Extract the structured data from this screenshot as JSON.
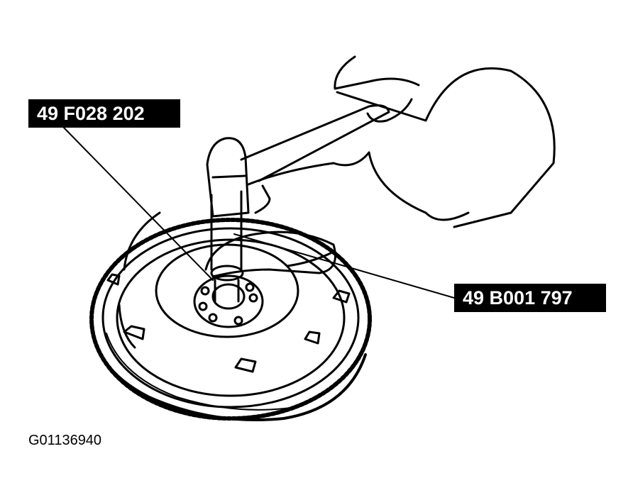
{
  "callouts": {
    "tool_top": "49 F028 202",
    "tool_right": "49 B001 797"
  },
  "figure_id": "G01136940",
  "colors": {
    "ink": "#000000",
    "paper": "#ffffff"
  }
}
